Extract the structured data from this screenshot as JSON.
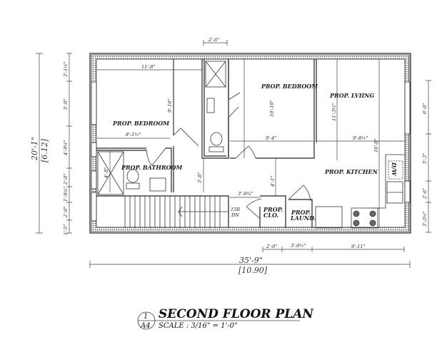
{
  "rooms": {
    "bedroom_left": "PROP. BEDROOM",
    "bathroom": "PROP. BATHROOM",
    "bedroom_mid": "PROP. BEDROOM",
    "living": "PROP. LVIING",
    "kitchen": "PROP. KITCHEN",
    "closet_line1": "PROP.",
    "closet_line2": "CLO.",
    "laundry_line1": "PROP.",
    "laundry_line2": "LAUND.",
    "stair_line1": "15R",
    "stair_line2": "DN",
    "dishwasher": "D/W"
  },
  "dimensions": {
    "overall_height": "20'-1\"",
    "overall_height_metric": "[6.12]",
    "overall_width": "35'-9\"",
    "overall_width_metric": "[10.90]",
    "top": "2'-6\"",
    "left_chain": [
      "3'-1½\"",
      "5'-0\"",
      "4'-9½\"",
      "2'-0\"",
      "1'-9¾\"",
      "2'-0\"",
      "1'-5\""
    ],
    "right_chain": [
      "6'-0\"",
      "5'-3\"",
      "2'-6\"",
      "3'-3½\""
    ],
    "bottom_chain": [
      "2'-0\"",
      "3'-0½\"",
      "9'-11\""
    ],
    "interior": {
      "bed_left_width": "11'-8\"",
      "bed_left_depth": "9'-10\"",
      "bed_left_width2": "8'-1½\"",
      "bath_shower": "4'-8\"",
      "hall": "3'-8\"",
      "bed_mid_depth": "10'-10\"",
      "bed_mid_width": "9'-4\"",
      "living_depth": "11'-3½\"",
      "living_width": "9'-8½\"",
      "kitchen_depth": "16'-8\"",
      "hall_mid": "4'-1\"",
      "closet_width": "3'-9¾\""
    }
  },
  "title_block": {
    "detail_number": "1",
    "sheet": "A4",
    "title": "SECOND FLOOR PLAN",
    "scale": "SCALE : 3/16\" = 1'-0\""
  }
}
